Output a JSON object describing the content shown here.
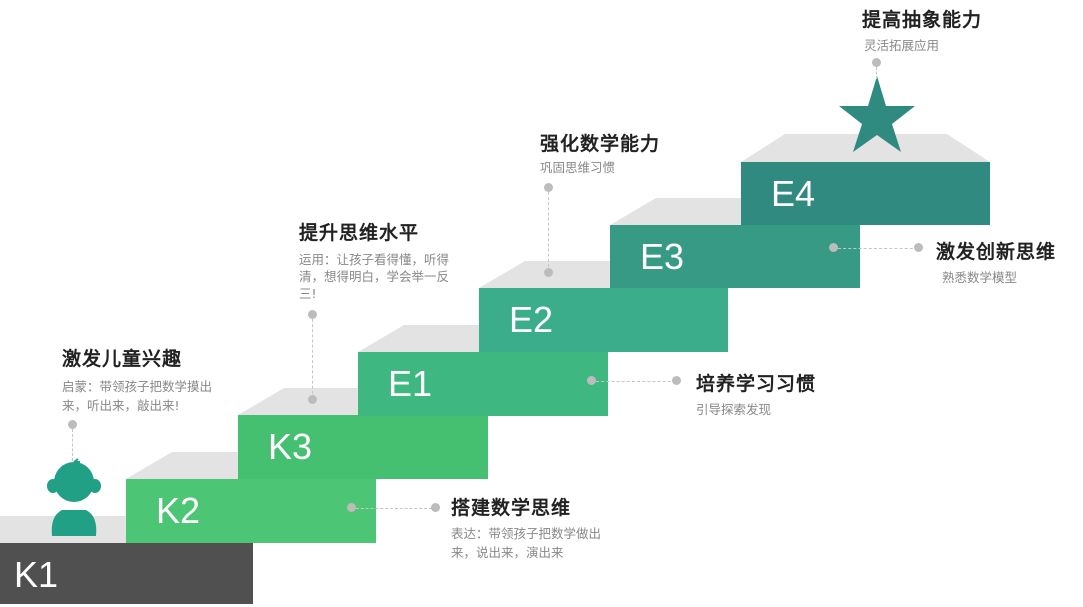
{
  "steps": [
    {
      "label": "K1",
      "color": "#505050"
    },
    {
      "label": "K2",
      "color": "#4cc575"
    },
    {
      "label": "K3",
      "color": "#45c070"
    },
    {
      "label": "E1",
      "color": "#3eb880"
    },
    {
      "label": "E2",
      "color": "#3bad8b"
    },
    {
      "label": "E3",
      "color": "#379a85"
    },
    {
      "label": "E4",
      "color": "#318a80"
    }
  ],
  "annotations": [
    {
      "title": "激发儿童兴趣",
      "desc": "启蒙：带领孩子把数学摸出来，听出来，敲出来!"
    },
    {
      "title": "搭建数学思维",
      "desc": "表达：带领孩子把数学做出来，说出来，演出来"
    },
    {
      "title": "提升思维水平",
      "desc": "运用：让孩子看得懂，听得清，想得明白，学会举一反三!"
    },
    {
      "title": "培养学习习惯",
      "desc": "引导探索发现"
    },
    {
      "title": "强化数学能力",
      "desc": "巩固思维习惯"
    },
    {
      "title": "激发创新思维",
      "desc": "熟悉数学模型"
    },
    {
      "title": "提高抽象能力",
      "desc": "灵活拓展应用"
    }
  ],
  "icons": {
    "child": "child-avatar-icon",
    "star": "star-icon"
  }
}
